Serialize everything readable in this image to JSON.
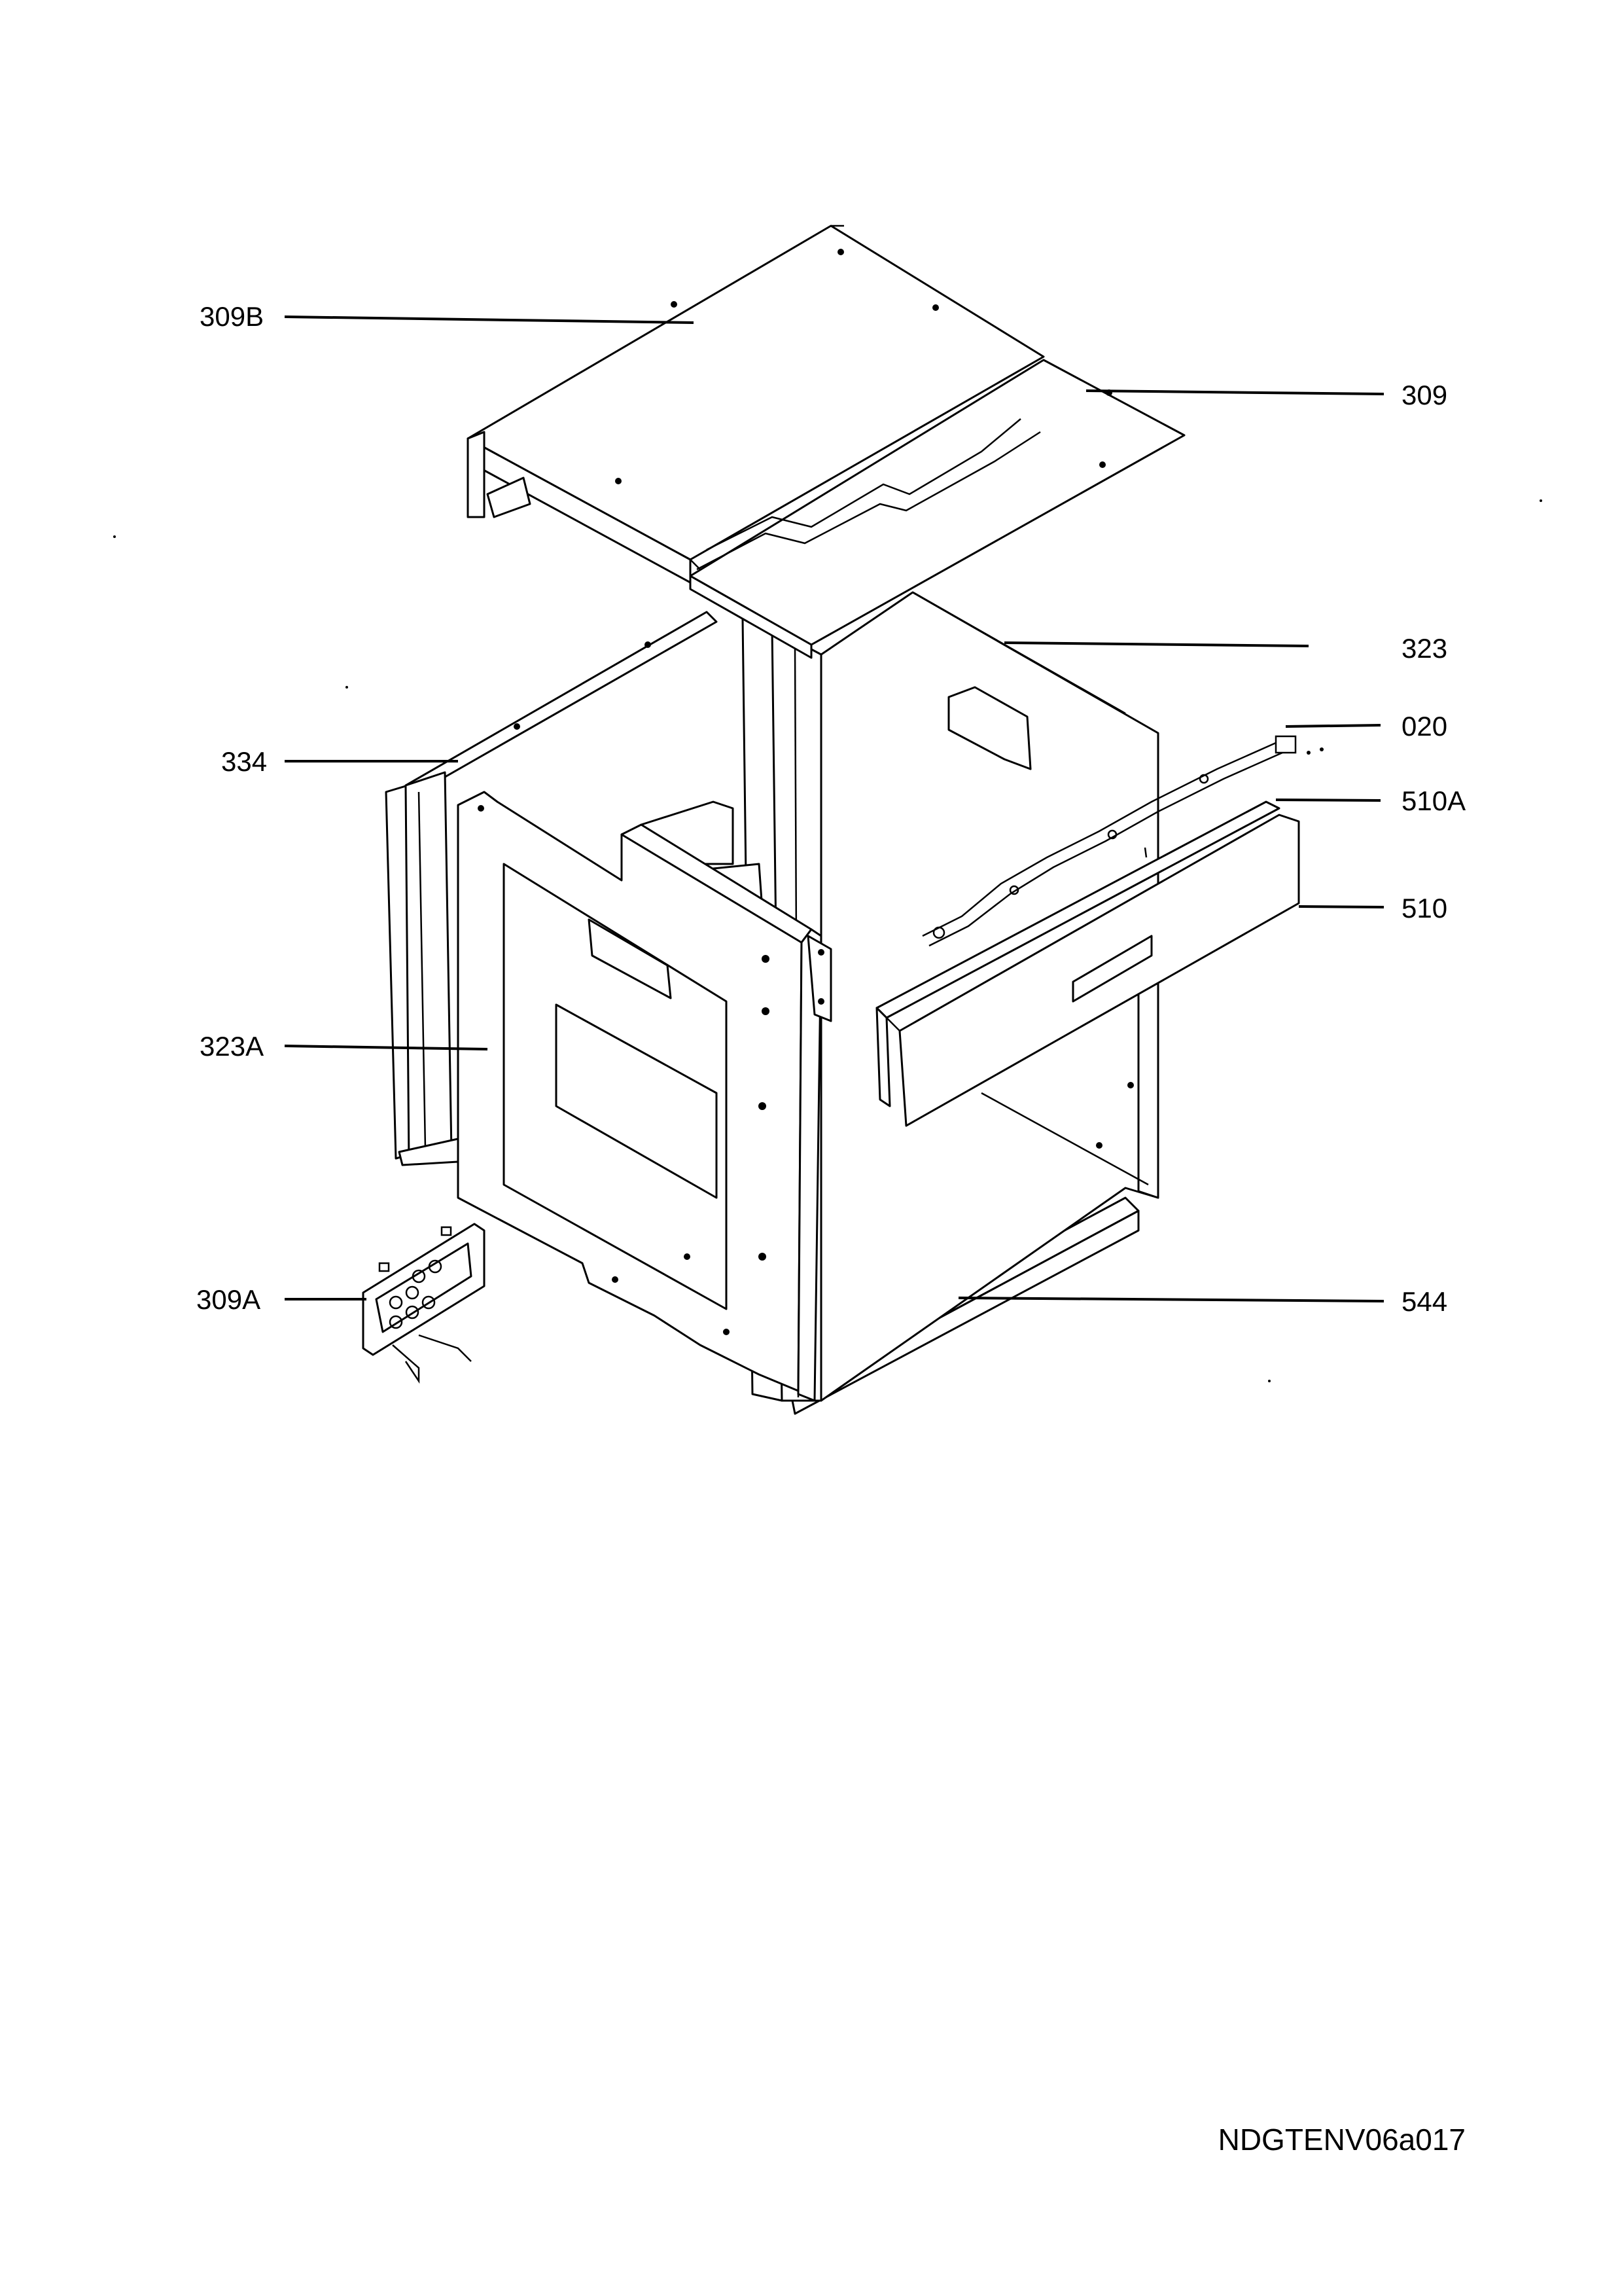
{
  "labels": {
    "l309B": "309B",
    "l309": "309",
    "l323": "323",
    "l020": "020",
    "l510A": "510A",
    "l334": "334",
    "l510": "510",
    "l323A": "323A",
    "l309A": "309A",
    "l544": "544"
  },
  "reference_code": "NDGTENV06a017"
}
